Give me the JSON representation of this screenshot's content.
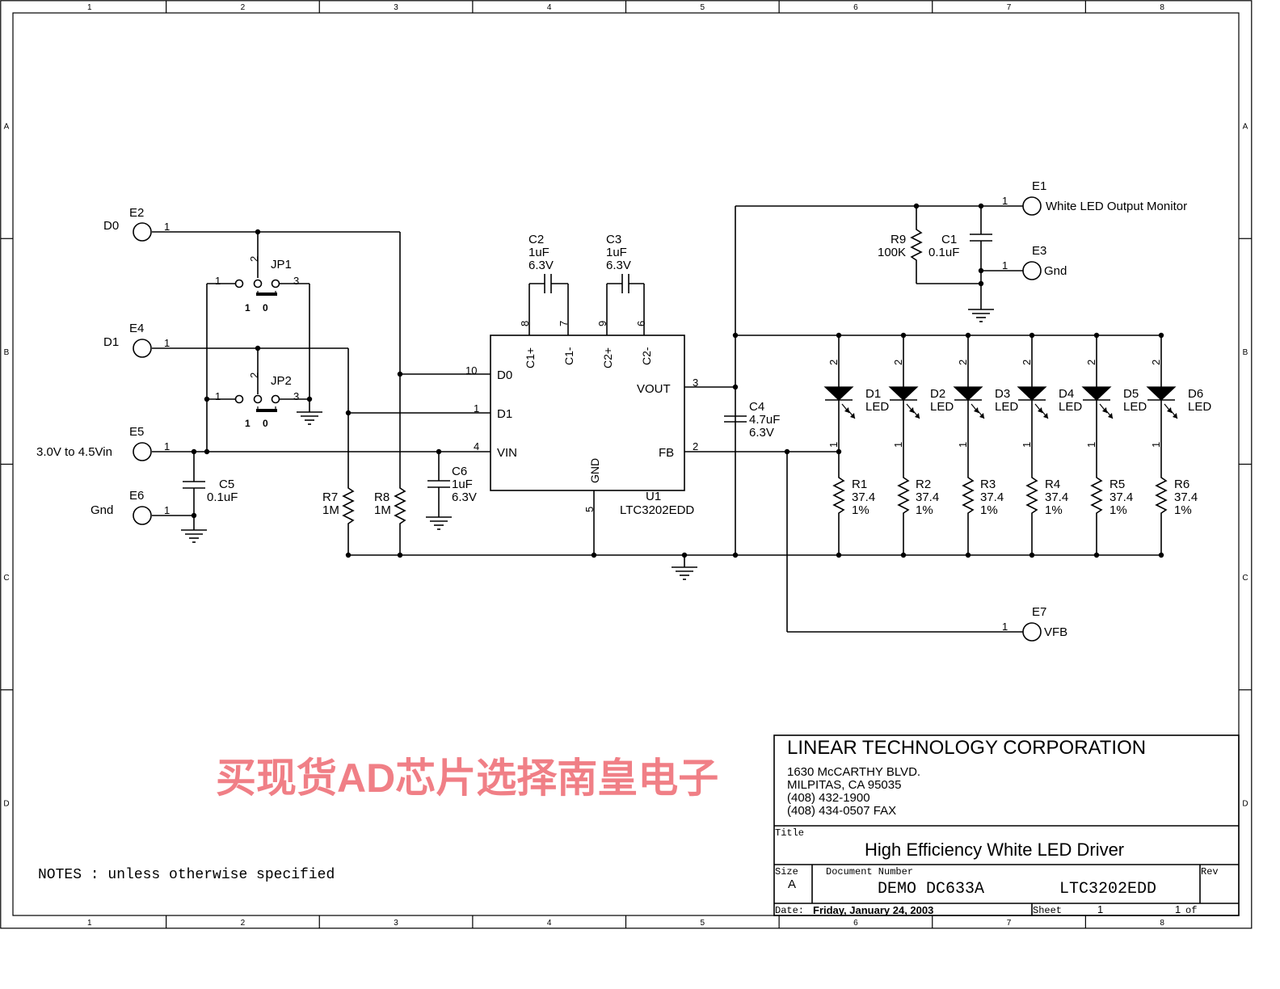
{
  "zones": {
    "cols": [
      "1",
      "2",
      "3",
      "4",
      "5",
      "6",
      "7",
      "8"
    ],
    "rows": [
      "A",
      "B",
      "C",
      "D"
    ]
  },
  "terminals": {
    "e2": {
      "ref": "E2",
      "net": "D0",
      "pin": "1"
    },
    "e4": {
      "ref": "E4",
      "net": "D1",
      "pin": "1"
    },
    "e5": {
      "ref": "E5",
      "net": "3.0V to 4.5Vin",
      "pin": "1"
    },
    "e6": {
      "ref": "E6",
      "net": "Gnd",
      "pin": "1"
    },
    "e1": {
      "ref": "E1",
      "net": "White LED Output Monitor",
      "pin": "1"
    },
    "e3": {
      "ref": "E3",
      "net": "Gnd",
      "pin": "1"
    },
    "e7": {
      "ref": "E7",
      "net": "VFB",
      "pin": "1"
    }
  },
  "jumpers": {
    "jp1": {
      "ref": "JP1",
      "p1": "1",
      "p2": "2",
      "p3": "3",
      "pos1": "1",
      "pos0": "0"
    },
    "jp2": {
      "ref": "JP2",
      "p1": "1",
      "p2": "2",
      "p3": "3",
      "pos1": "1",
      "pos0": "0"
    }
  },
  "ic": {
    "ref": "U1",
    "part": "LTC3202EDD",
    "pins": {
      "d0": {
        "name": "D0",
        "num": "10"
      },
      "d1": {
        "name": "D1",
        "num": "1"
      },
      "vin": {
        "name": "VIN",
        "num": "4"
      },
      "vout": {
        "name": "VOUT",
        "num": "3"
      },
      "fb": {
        "name": "FB",
        "num": "2"
      },
      "gnd": {
        "name": "GND",
        "num": "5"
      },
      "c1p": {
        "name": "C1+",
        "num": "8"
      },
      "c1m": {
        "name": "C1-",
        "num": "7"
      },
      "c2p": {
        "name": "C2+",
        "num": "9"
      },
      "c2m": {
        "name": "C2-",
        "num": "6"
      }
    }
  },
  "capacitors": {
    "c2": {
      "ref": "C2",
      "value": "1uF",
      "rating": "6.3V"
    },
    "c3": {
      "ref": "C3",
      "value": "1uF",
      "rating": "6.3V"
    },
    "c1": {
      "ref": "C1",
      "value": "0.1uF"
    },
    "c4": {
      "ref": "C4",
      "value": "4.7uF",
      "rating": "6.3V"
    },
    "c5": {
      "ref": "C5",
      "value": "0.1uF"
    },
    "c6": {
      "ref": "C6",
      "value": "1uF",
      "rating": "6.3V"
    }
  },
  "resistors": {
    "r9": {
      "ref": "R9",
      "value": "100K"
    },
    "r7": {
      "ref": "R7",
      "value": "1M"
    },
    "r8": {
      "ref": "R8",
      "value": "1M"
    },
    "r1": {
      "ref": "R1",
      "value": "37.4",
      "tol": "1%"
    },
    "r2": {
      "ref": "R2",
      "value": "37.4",
      "tol": "1%"
    },
    "r3": {
      "ref": "R3",
      "value": "37.4",
      "tol": "1%"
    },
    "r4": {
      "ref": "R4",
      "value": "37.4",
      "tol": "1%"
    },
    "r5": {
      "ref": "R5",
      "value": "37.4",
      "tol": "1%"
    },
    "r6": {
      "ref": "R6",
      "value": "37.4",
      "tol": "1%"
    }
  },
  "leds": [
    {
      "ref": "D1",
      "type": "LED",
      "anode": "2",
      "cathode": "1"
    },
    {
      "ref": "D2",
      "type": "LED",
      "anode": "2",
      "cathode": "1"
    },
    {
      "ref": "D3",
      "type": "LED",
      "anode": "2",
      "cathode": "1"
    },
    {
      "ref": "D4",
      "type": "LED",
      "anode": "2",
      "cathode": "1"
    },
    {
      "ref": "D5",
      "type": "LED",
      "anode": "2",
      "cathode": "1"
    },
    {
      "ref": "D6",
      "type": "LED",
      "anode": "2",
      "cathode": "1"
    }
  ],
  "watermark": "买现货AD芯片选择南皇电子",
  "notes": "NOTES : unless otherwise specified",
  "title_block": {
    "company": "LINEAR TECHNOLOGY CORPORATION",
    "address1": "1630 McCARTHY BLVD.",
    "address2": "MILPITAS, CA  95035",
    "phone": "(408) 432-1900",
    "fax": "(408) 434-0507 FAX",
    "title_label": "Title",
    "title": "High Efficiency White LED Driver",
    "size_label": "Size",
    "size": "A",
    "docnum_label": "Document Number",
    "docnum": "DEMO  DC633A",
    "docpart": "LTC3202EDD",
    "rev_label": "Rev",
    "date_label": "Date:",
    "date": "Friday, January 24, 2003",
    "sheet_label": "Sheet",
    "sheet": "1",
    "of_label": "of"
  }
}
